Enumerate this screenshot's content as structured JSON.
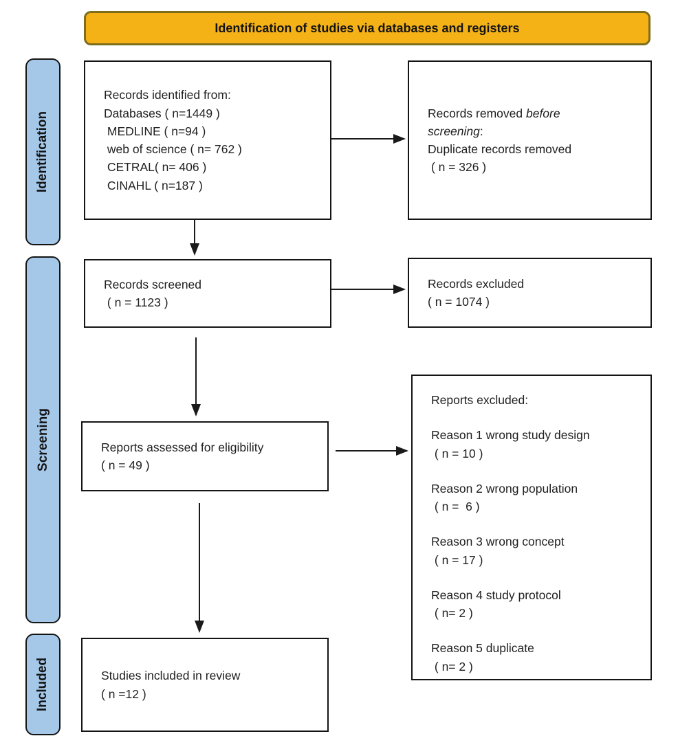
{
  "banner": {
    "title": "Identification of studies via databases and registers"
  },
  "colors": {
    "banner_bg": "#F5B217",
    "banner_border": "#7E6E1C",
    "stage_bg": "#A5C8E9",
    "box_border": "#141414",
    "arrow": "#1a1a1a"
  },
  "stages": {
    "identification": "Identification",
    "screening": "Screening",
    "included": "Included"
  },
  "boxes": {
    "records_identified": {
      "text": "Records identified from:\nDatabases ( n=1449 )\n MEDLINE ( n=94 )\n web of science ( n= 762 )\n CETRAL( n= 406 )\n CINAHL ( n=187 )"
    },
    "records_removed": {
      "prefix": "Records removed ",
      "italic": "before screening",
      "suffix": ":",
      "text": "Duplicate records removed\n ( n = 326 )"
    },
    "records_screened": {
      "text": "Records screened\n ( n = 1123 )"
    },
    "records_excluded": {
      "text": "Records excluded\n( n = 1074 )"
    },
    "reports_assessed": {
      "text": "Reports assessed for eligibility\n( n = 49 )"
    },
    "reports_excluded": {
      "title": "Reports excluded:",
      "items": [
        "Reason 1 wrong study design\n ( n = 10 )",
        "Reason 2 wrong population\n ( n =  6 )",
        "Reason 3 wrong concept\n ( n = 17 )",
        "Reason 4 study protocol\n ( n= 2 )",
        "Reason 5 duplicate\n ( n= 2 )"
      ]
    },
    "studies_included": {
      "text": "Studies included in review\n( n =12 )"
    }
  }
}
